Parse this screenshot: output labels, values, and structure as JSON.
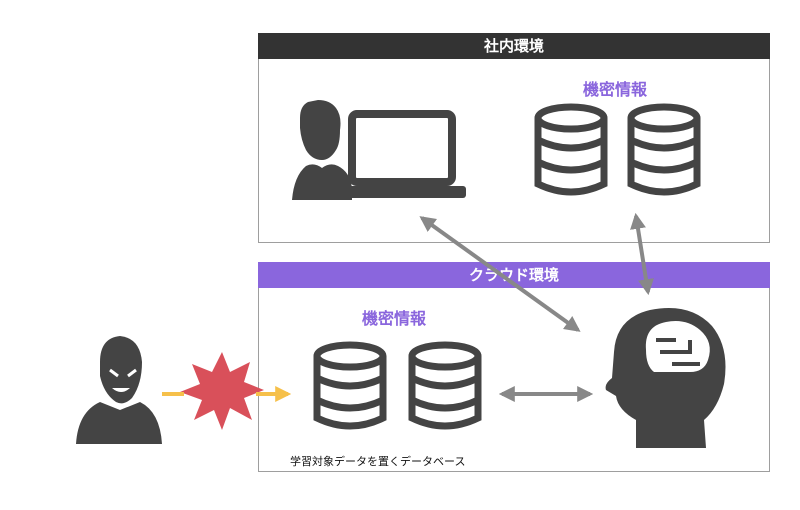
{
  "internal_env": {
    "title": "社内環境",
    "secret_label": "機密情報",
    "header_color": "#333333"
  },
  "cloud_env": {
    "title": "クラウド環境",
    "secret_label": "機密情報",
    "db_caption": "学習対象データを置くデータベース",
    "header_color": "#8a66dd"
  },
  "icons": {
    "user": "person-at-laptop-icon",
    "database": "database-icon",
    "ai": "ai-brain-head-icon",
    "attacker": "hacker-icon",
    "attack": "explosion-icon"
  },
  "colors": {
    "icon": "#444444",
    "arrow": "#888888",
    "attack_arrow": "#f6c04a",
    "explosion": "#d9505a"
  }
}
